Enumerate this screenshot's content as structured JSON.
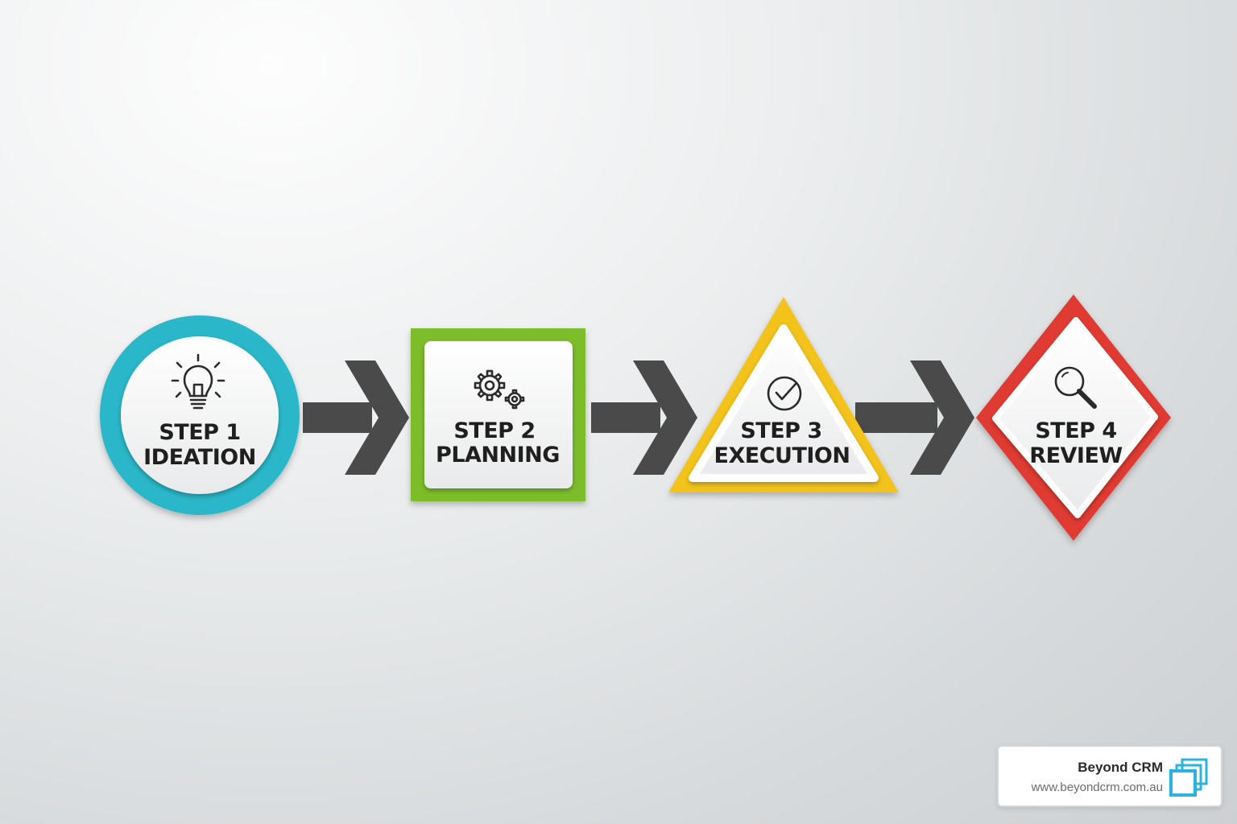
{
  "steps": [
    {
      "line1": "STEP 1",
      "line2": "IDEATION",
      "shape": "circle",
      "icon": "lightbulb-icon",
      "color": "#2bb7c9"
    },
    {
      "line1": "STEP 2",
      "line2": "PLANNING",
      "shape": "square",
      "icon": "gears-icon",
      "color": "#7dbd2a"
    },
    {
      "line1": "STEP 3",
      "line2": "EXECUTION",
      "shape": "triangle",
      "icon": "checkmark-circle-icon",
      "color": "#f3c31f"
    },
    {
      "line1": "STEP 4",
      "line2": "REVIEW",
      "shape": "diamond",
      "icon": "magnifier-icon",
      "color": "#e03a32"
    }
  ],
  "connector_color": "#4a4a4a",
  "brand": {
    "name": "Beyond CRM",
    "url": "www.beyondcrm.com.au",
    "logo_icon": "stacked-squares-logo-icon",
    "logo_color": "#29b3e0"
  }
}
